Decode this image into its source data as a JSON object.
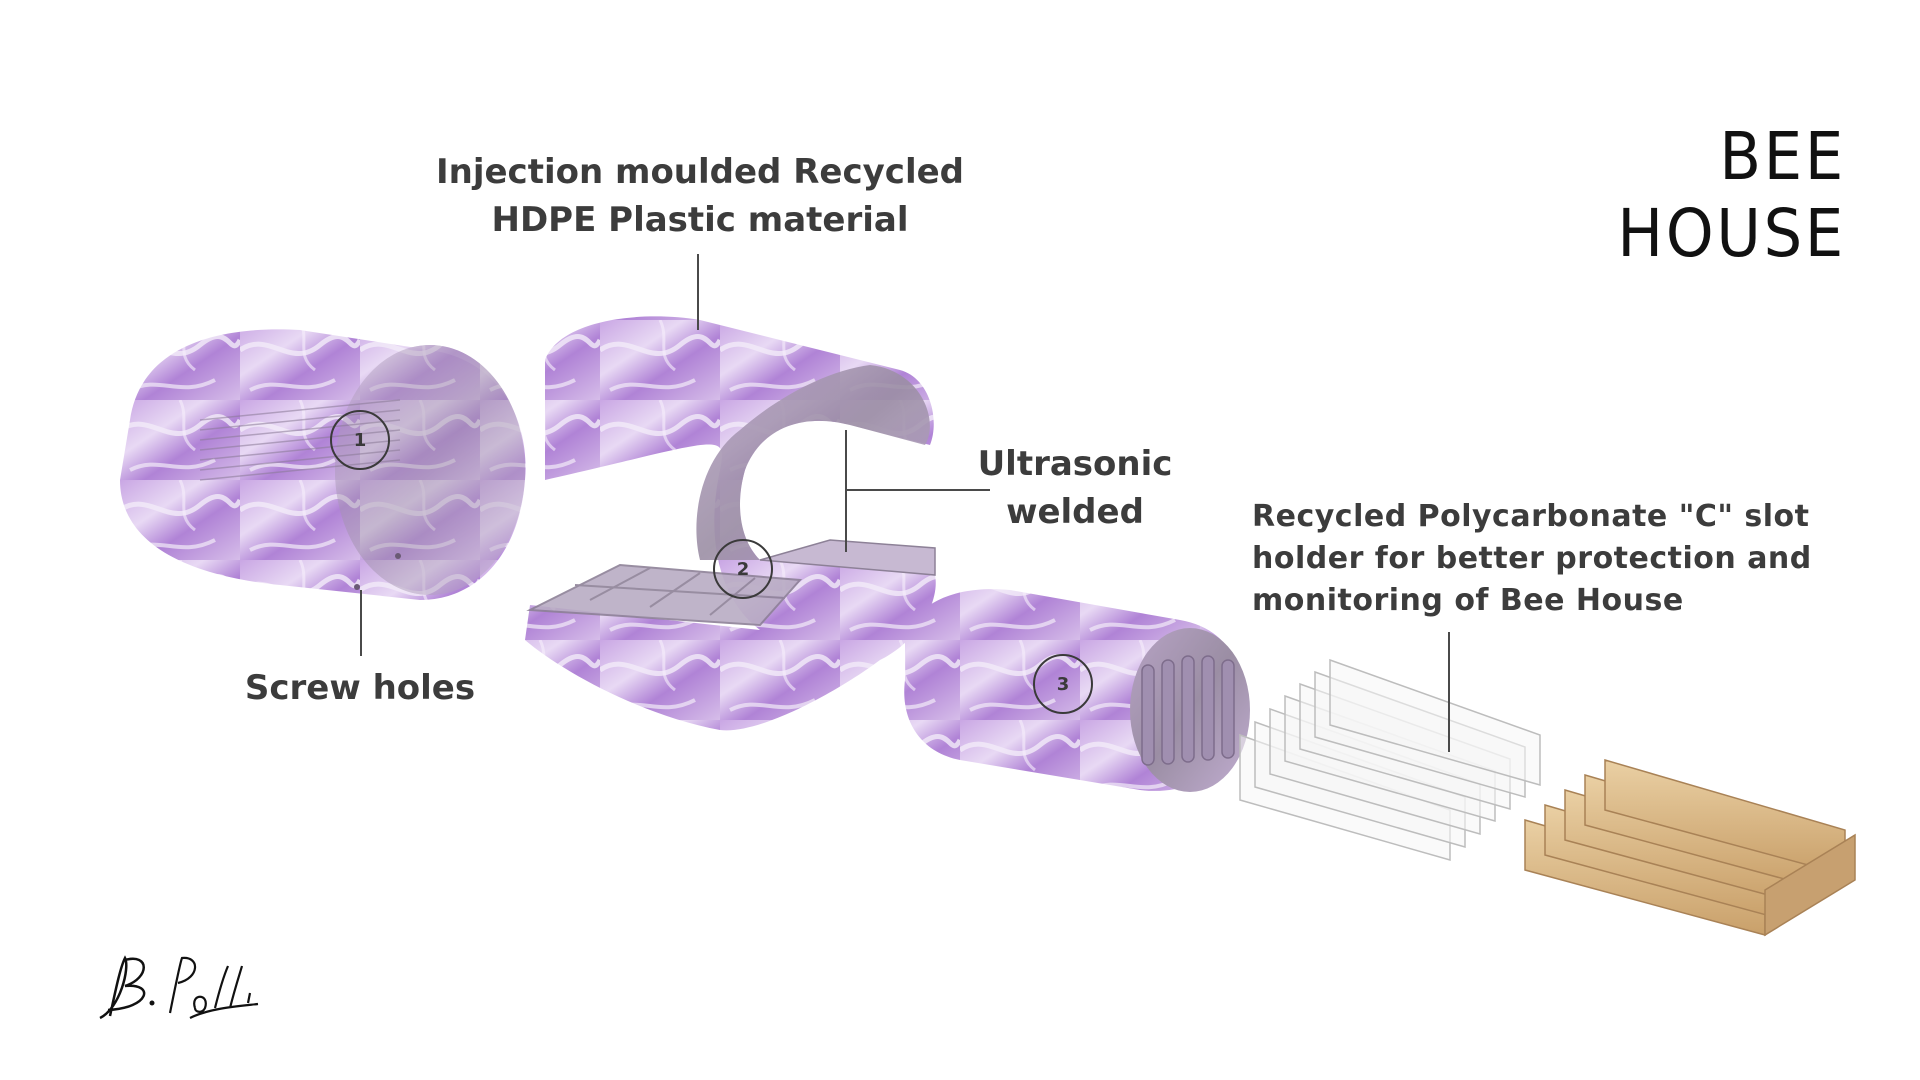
{
  "brand_title": "BEE HOUSE",
  "callouts": {
    "material": "Injection moulded Recycled\nHDPE Plastic material",
    "welding": "Ultrasonic\nwelded",
    "holes": "Screw holes",
    "holder": "Recycled Polycarbonate \"C\" slot\nholder for better protection and\nmonitoring of Bee House"
  },
  "part_numbers": [
    "1",
    "2",
    "3"
  ],
  "signature": "B.Polli",
  "colors": {
    "plastic_purple": "#b48ad6",
    "plastic_light": "#e6d6f2",
    "plastic_grey": "#9a9a9a",
    "wood": "#d9b98a",
    "polycarbonate": "#dcdcdc",
    "leader_line": "#4a4a4a",
    "text": "#3c3c3c"
  }
}
